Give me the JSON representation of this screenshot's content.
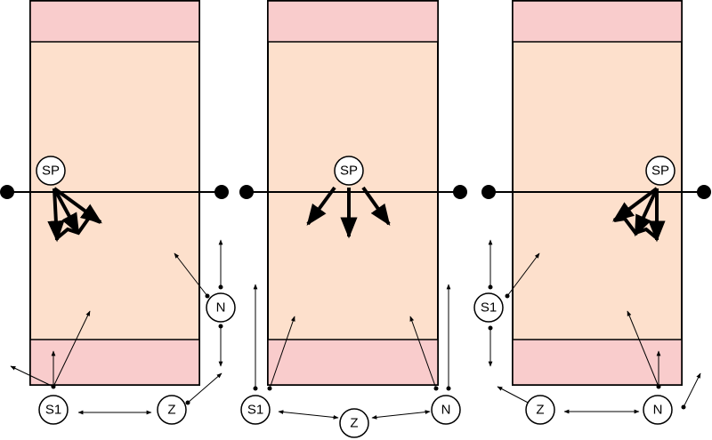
{
  "diagrams": [
    {
      "players": [
        {
          "role": "sp",
          "label": "SP"
        },
        {
          "role": "n",
          "label": "N"
        },
        {
          "role": "s1",
          "label": "S1"
        },
        {
          "role": "z",
          "label": "Z"
        }
      ]
    },
    {
      "players": [
        {
          "role": "sp",
          "label": "SP"
        },
        {
          "role": "s1",
          "label": "S1"
        },
        {
          "role": "z",
          "label": "Z"
        },
        {
          "role": "n",
          "label": "N"
        }
      ]
    },
    {
      "players": [
        {
          "role": "sp",
          "label": "SP"
        },
        {
          "role": "s1",
          "label": "S1"
        },
        {
          "role": "z",
          "label": "Z"
        },
        {
          "role": "n",
          "label": "N"
        }
      ]
    }
  ],
  "colors": {
    "court": "#fde0cc",
    "zone": "#f9cccc",
    "ink": "#000000"
  }
}
